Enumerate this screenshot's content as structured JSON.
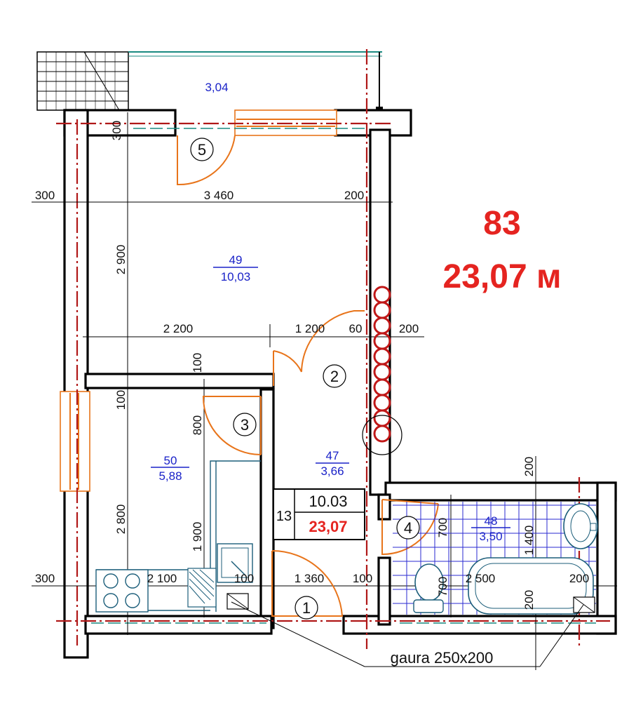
{
  "plan": {
    "apartment_number": "83",
    "apartment_area": "23,07 м",
    "legend": {
      "floor": "13",
      "area_top": "10.03",
      "area_bottom": "23,07"
    },
    "hole_label": "gaura 250x200"
  },
  "rooms": [
    {
      "number": "1"
    },
    {
      "number": "2"
    },
    {
      "number": "3"
    },
    {
      "number": "4"
    },
    {
      "number": "5"
    }
  ],
  "room_areas": [
    {
      "code": "",
      "area": "3,04"
    },
    {
      "code": "49",
      "area": "10,03"
    },
    {
      "code": "50",
      "area": "5,88"
    },
    {
      "code": "47",
      "area": "3,66"
    },
    {
      "code": "48",
      "area": "3,50"
    }
  ],
  "dimensions": [
    "300",
    "3 460",
    "200",
    "300",
    "2 900",
    "2 200",
    "1 200",
    "60",
    "200",
    "100",
    "100",
    "800",
    "2 800",
    "1 900",
    "300",
    "2 100",
    "100",
    "1 360",
    "100",
    "2 500",
    "200",
    "200",
    "700",
    "1 400",
    "700",
    "200"
  ],
  "colors": {
    "accent_red": "#e52420",
    "area_blue": "#1a22c8",
    "door_orange": "#e8741a",
    "axis_red": "#b01818"
  }
}
